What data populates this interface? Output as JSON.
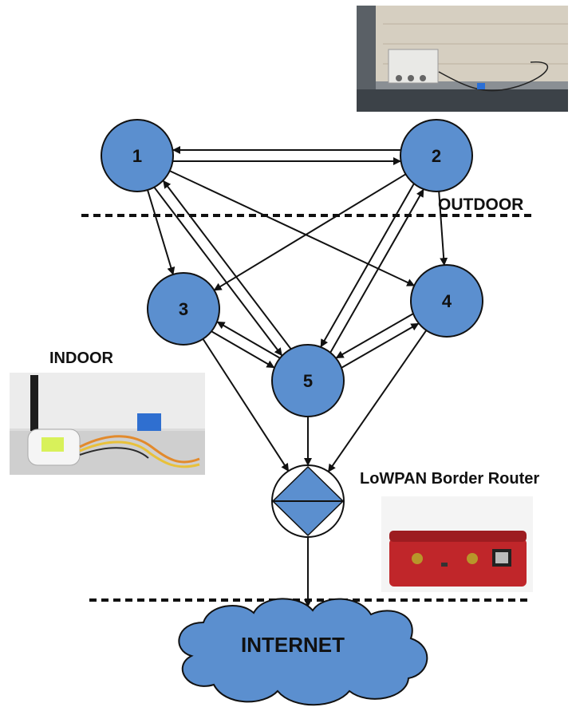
{
  "labels": {
    "outdoor": "OUTDOOR",
    "indoor": "INDOOR",
    "border_router": "LoWPAN Border Router",
    "internet": "INTERNET"
  },
  "nodes": [
    {
      "id": "1",
      "label": "1"
    },
    {
      "id": "2",
      "label": "2"
    },
    {
      "id": "3",
      "label": "3"
    },
    {
      "id": "4",
      "label": "4"
    },
    {
      "id": "5",
      "label": "5"
    }
  ],
  "edges": [
    {
      "from": "1",
      "to": "2"
    },
    {
      "from": "2",
      "to": "1"
    },
    {
      "from": "1",
      "to": "3"
    },
    {
      "from": "1",
      "to": "4"
    },
    {
      "from": "1",
      "to": "5"
    },
    {
      "from": "5",
      "to": "1"
    },
    {
      "from": "2",
      "to": "3"
    },
    {
      "from": "2",
      "to": "4"
    },
    {
      "from": "2",
      "to": "5"
    },
    {
      "from": "5",
      "to": "2"
    },
    {
      "from": "3",
      "to": "5"
    },
    {
      "from": "5",
      "to": "3"
    },
    {
      "from": "4",
      "to": "5"
    },
    {
      "from": "5",
      "to": "4"
    },
    {
      "from": "3",
      "to": "router"
    },
    {
      "from": "4",
      "to": "router"
    },
    {
      "from": "5",
      "to": "router"
    },
    {
      "from": "router",
      "to": "internet"
    }
  ],
  "photos": [
    {
      "id": "outdoor-photo",
      "subject": "outdoor sensor enclosure"
    },
    {
      "id": "indoor-photo",
      "subject": "indoor sensor board"
    },
    {
      "id": "router-photo",
      "subject": "border router device"
    }
  ],
  "colors": {
    "node_fill": "#5b8fcf",
    "node_stroke": "#111111",
    "router_red": "#c0262a",
    "cloud_fill": "#5b8fcf"
  }
}
